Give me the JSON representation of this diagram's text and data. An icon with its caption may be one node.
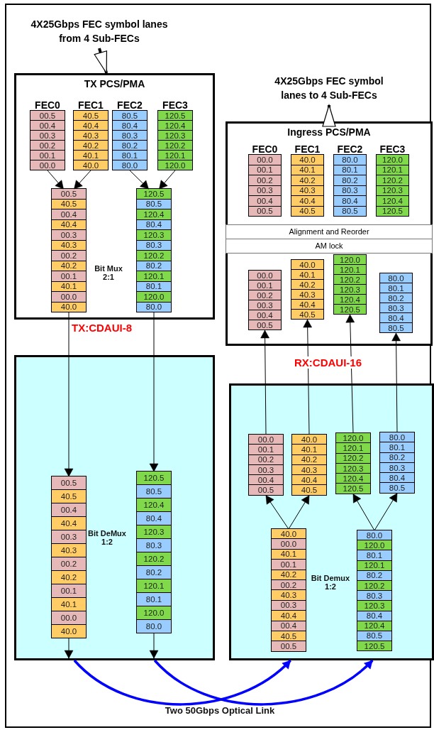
{
  "diagram": {
    "nodes": [
      {
        "text": [
          "4X25Gbps FEC symbol lanes from 4 Sub-FECs"
        ]
      },
      {
        "text": [
          "TX PCS/PMA"
        ]
      },
      {
        "text": [
          "FEC0",
          "00.5",
          "00.4",
          "00.3",
          "00.2",
          "00.1",
          "00.0"
        ],
        "in": 1
      },
      {
        "text": [
          "FEC1",
          "40.5",
          "40.4",
          "40.3",
          "40.2",
          "40.1",
          "40.0"
        ],
        "in": 1
      },
      {
        "text": [
          "FEC2",
          "80.5",
          "80.4",
          "80.3",
          "80.2",
          "80.1",
          "80.0"
        ],
        "in": 1
      },
      {
        "text": [
          "FEC3",
          "120.5",
          "120.4",
          "120.3",
          "120.2",
          "120.1",
          "120.0"
        ],
        "in": 1
      },
      {
        "text": [
          "00.5",
          "40.5",
          "00.4",
          "40.4",
          "00.3",
          "40.3",
          "00.2",
          "40.2",
          "00.1",
          "40.1",
          "00.0",
          "40.0"
        ],
        "in": 1
      },
      {
        "text": [
          "120.5",
          "80.5",
          "120.4",
          "80.4",
          "120.3",
          "80.3",
          "120.2",
          "80.2",
          "120.1",
          "80.1",
          "120.0",
          "80.0"
        ],
        "in": 1
      },
      {
        "text": [
          "4X25Gbps FEC symbol lanes to 4 Sub-FECs"
        ]
      },
      {
        "text": [
          "Ingress PCS/PMA"
        ]
      },
      {
        "text": [
          "FEC0",
          "00.0",
          "00.1",
          "00.2",
          "00.3",
          "00.4",
          "00.5"
        ],
        "in": 9
      },
      {
        "text": [
          "FEC1",
          "40.0",
          "40.1",
          "40.2",
          "40.3",
          "40.4",
          "40.5"
        ],
        "in": 9
      },
      {
        "text": [
          "FEC2",
          "80.0",
          "80.1",
          "80.2",
          "80.3",
          "80.4",
          "80.5"
        ],
        "in": 9
      },
      {
        "text": [
          "FEC3",
          "120.0",
          "120.1",
          "120.2",
          "120.3",
          "120.4",
          "120.5"
        ],
        "in": 9
      },
      {
        "text": [
          "Alignment and Reorder"
        ],
        "in": 9
      },
      {
        "text": [
          "AM lock"
        ],
        "in": 9
      },
      {
        "text": [
          "00.0",
          "00.1",
          "00.2",
          "00.3",
          "00.4",
          "00.5"
        ],
        "in": 9
      },
      {
        "text": [
          "40.0",
          "40.1",
          "40.2",
          "40.3",
          "40.4",
          "40.5"
        ],
        "in": 9
      },
      {
        "text": [
          "120.0",
          "120.1",
          "120.2",
          "120.3",
          "120.4",
          "120.5"
        ],
        "in": 9
      },
      {
        "text": [
          "80.0",
          "80.1",
          "80.2",
          "80.3",
          "80.4",
          "80.5"
        ],
        "in": 9
      },
      {
        "text": [],
        "shape": "box"
      },
      {
        "text": [
          "00.5",
          "40.5",
          "00.4",
          "40.4",
          "00.3",
          "40.3",
          "00.2",
          "40.2",
          "00.1",
          "40.1",
          "00.0",
          "40.0"
        ],
        "in": 20
      },
      {
        "text": [
          "120.5",
          "80.5",
          "120.4",
          "80.4",
          "120.3",
          "80.3",
          "120.2",
          "80.2",
          "120.1",
          "80.1",
          "120.0",
          "80.0"
        ],
        "in": 20
      },
      {
        "text": [],
        "shape": "box"
      },
      {
        "text": [
          "00.0",
          "00.1",
          "00.2",
          "00.3",
          "00.4",
          "00.5"
        ],
        "in": 23
      },
      {
        "text": [
          "40.0",
          "40.1",
          "40.2",
          "40.3",
          "40.4",
          "40.5"
        ],
        "in": 23
      },
      {
        "text": [
          "120.0",
          "120.1",
          "120.2",
          "120.3",
          "120.4",
          "120.5"
        ],
        "in": 23
      },
      {
        "text": [
          "80.0",
          "80.1",
          "80.2",
          "80.3",
          "80.4",
          "80.5"
        ],
        "in": 23
      },
      {
        "text": [
          "40.0",
          "00.0",
          "40.1",
          "00.1",
          "40.2",
          "00.2",
          "40.3",
          "00.3",
          "40.4",
          "00.4",
          "40.5",
          "00.5"
        ],
        "in": 23
      },
      {
        "text": [
          "80.0",
          "120.0",
          "80.1",
          "120.1",
          "80.2",
          "120.2",
          "80.3",
          "120.3",
          "80.4",
          "120.4",
          "80.5",
          "120.5"
        ],
        "in": 23
      }
    ],
    "edges": [
      {
        "from": 0,
        "to": 1,
        "arrow": "to",
        "style": "thick"
      },
      {
        "from": 9,
        "to": 8,
        "arrow": "to",
        "style": "thick"
      },
      {
        "from": 2,
        "to": 6,
        "arrow": "to"
      },
      {
        "from": 3,
        "to": 6,
        "arrow": "to"
      },
      {
        "from": 4,
        "to": 7,
        "arrow": "to"
      },
      {
        "from": 5,
        "to": 7,
        "arrow": "to"
      },
      {
        "from": 6,
        "to": 21,
        "arrow": "to"
      },
      {
        "from": 7,
        "to": 22,
        "arrow": "to"
      },
      {
        "from": 21,
        "to": 20,
        "arrow": "to"
      },
      {
        "from": 22,
        "to": 20,
        "arrow": "to"
      },
      {
        "from": 20,
        "to": 23,
        "arrow": "to",
        "style": "thick",
        "color": "#0000ff"
      },
      {
        "from": 20,
        "to": 23,
        "arrow": "to",
        "style": "thick",
        "color": "#0000ff"
      },
      {
        "from": 28,
        "to": 24,
        "arrow": "to"
      },
      {
        "from": 28,
        "to": 25,
        "arrow": "to"
      },
      {
        "from": 29,
        "to": 26,
        "arrow": "to"
      },
      {
        "from": 29,
        "to": 27,
        "arrow": "to"
      },
      {
        "from": 24,
        "to": 16,
        "arrow": "to"
      },
      {
        "from": 25,
        "to": 17,
        "arrow": "to"
      },
      {
        "from": 26,
        "to": 18,
        "arrow": "to"
      },
      {
        "from": 27,
        "to": 19,
        "arrow": "to"
      }
    ],
    "labels": [
      "Bit Mux 2:1",
      "TX:CDAUI-8",
      "RX:CDAUI-16",
      "Bit DeMux 1:2",
      "Bit Demux 1:2",
      "Two 50Gbps Optical Link"
    ]
  }
}
